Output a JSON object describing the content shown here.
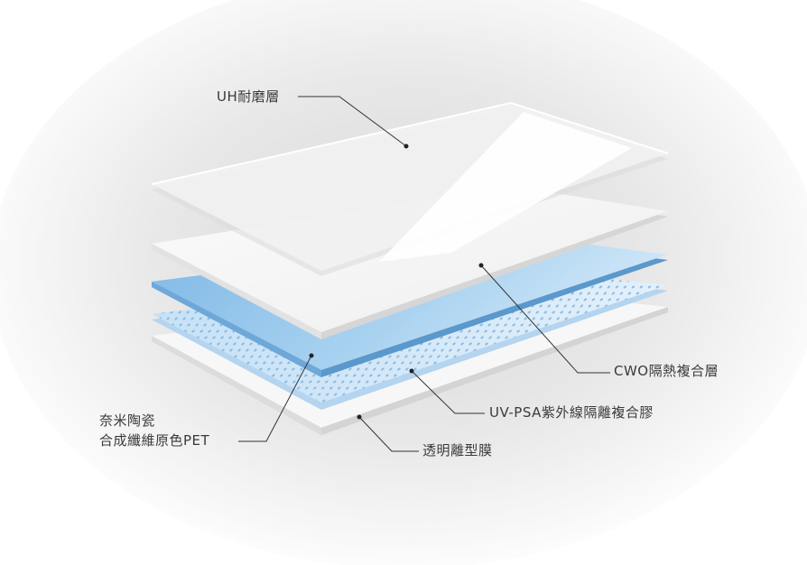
{
  "layers": {
    "uh_label": "UH耐磨層",
    "cwo_label": "CWO隔熱複合層",
    "uv_psa_label": "UV-PSA紫外線隔離複合膠",
    "release_film_label": "透明離型膜",
    "pet_label_line1": "奈米陶瓷",
    "pet_label_line2": "合成纖維原色PET"
  },
  "colors": {
    "background_glow": "#cfcfcf",
    "sheet_white": "#f4f4f4",
    "pet_blue": "#8ec3ea",
    "psa_light_blue": "#d6e9f8",
    "leader_line": "#333333"
  }
}
